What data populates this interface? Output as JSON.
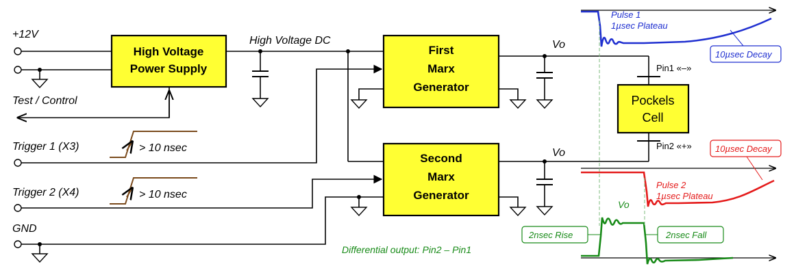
{
  "inputs": {
    "v12": "+12V",
    "test": "Test / Control",
    "trigger1": "Trigger 1 (X3)",
    "trigger2": "Trigger 2 (X4)",
    "gnd": "GND"
  },
  "blocks": {
    "psu_line1": "High Voltage",
    "psu_line2": "Power Supply",
    "marx1_line1": "First",
    "marx1_line2": "Marx",
    "marx1_line3": "Generator",
    "marx2_line1": "Second",
    "marx2_line2": "Marx",
    "marx2_line3": "Generator",
    "cell_line1": "Pockels",
    "cell_line2": "Cell"
  },
  "labels": {
    "hv_dc": "High Voltage DC",
    "vo_top": "Vo",
    "vo_bottom": "Vo",
    "pin1": "Pin1 «–»",
    "pin2": "Pin2 «+»",
    "trig_pulse1": "> 10 nsec",
    "trig_pulse2": "> 10 nsec",
    "differential": "Differential output: Pin2 – Pin1"
  },
  "waveforms": {
    "pulse1_line1": "Pulse 1",
    "pulse1_line2": "1µsec Plateau",
    "pulse1_decay": "10µsec Decay",
    "pulse2_line1": "Pulse 2",
    "pulse2_line2": "1µsec Plateau",
    "pulse2_decay": "10µsec Decay",
    "vo_label": "Vo",
    "rise": "2nsec Rise",
    "fall": "2nsec Fall"
  },
  "colors": {
    "block_fill": "#ffff33",
    "pulse1": "#1f2fd0",
    "pulse2": "#e41a1a",
    "output": "#178a17",
    "trigger": "#7a4a1c"
  }
}
